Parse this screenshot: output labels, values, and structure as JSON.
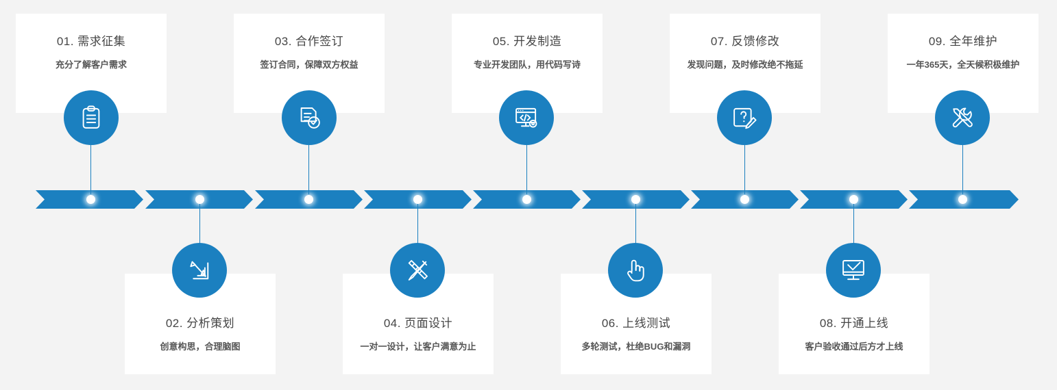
{
  "theme": {
    "background": "#f3f3f3",
    "card_background": "#ffffff",
    "accent": "#1b80c0",
    "title_color": "#454545",
    "subtitle_color": "#555555"
  },
  "steps": [
    {
      "number": "01",
      "title": "01. 需求征集",
      "subtitle": "充分了解客户需求",
      "icon": "clipboard-icon",
      "position": "top"
    },
    {
      "number": "02",
      "title": "02. 分析策划",
      "subtitle": "创意构思，合理脑图",
      "icon": "pencil-arrow-icon",
      "position": "bottom"
    },
    {
      "number": "03",
      "title": "03. 合作签订",
      "subtitle": "签订合同，保障双方权益",
      "icon": "document-check-icon",
      "position": "top"
    },
    {
      "number": "04",
      "title": "04. 页面设计",
      "subtitle": "一对一设计，让客户满意为止",
      "icon": "pencil-ruler-icon",
      "position": "bottom"
    },
    {
      "number": "05",
      "title": "05. 开发制造",
      "subtitle": "专业开发团队，用代码写诗",
      "icon": "code-monitor-gear-icon",
      "position": "top"
    },
    {
      "number": "06",
      "title": "06. 上线测试",
      "subtitle": "多轮测试，杜绝BUG和漏洞",
      "icon": "click-hand-icon",
      "position": "bottom"
    },
    {
      "number": "07",
      "title": "07. 反馈修改",
      "subtitle": "发现问题，及时修改绝不拖延",
      "icon": "question-document-pencil-icon",
      "position": "top"
    },
    {
      "number": "08",
      "title": "08. 开通上线",
      "subtitle": "客户验收通过后方才上线",
      "icon": "monitor-check-icon",
      "position": "bottom"
    },
    {
      "number": "09",
      "title": "09. 全年维护",
      "subtitle": "一年365天，全天候积极维护",
      "icon": "wrench-screwdriver-icon",
      "position": "top"
    }
  ],
  "timeline": {
    "segment_count": 9,
    "marker_icon": "timeline-dot"
  }
}
